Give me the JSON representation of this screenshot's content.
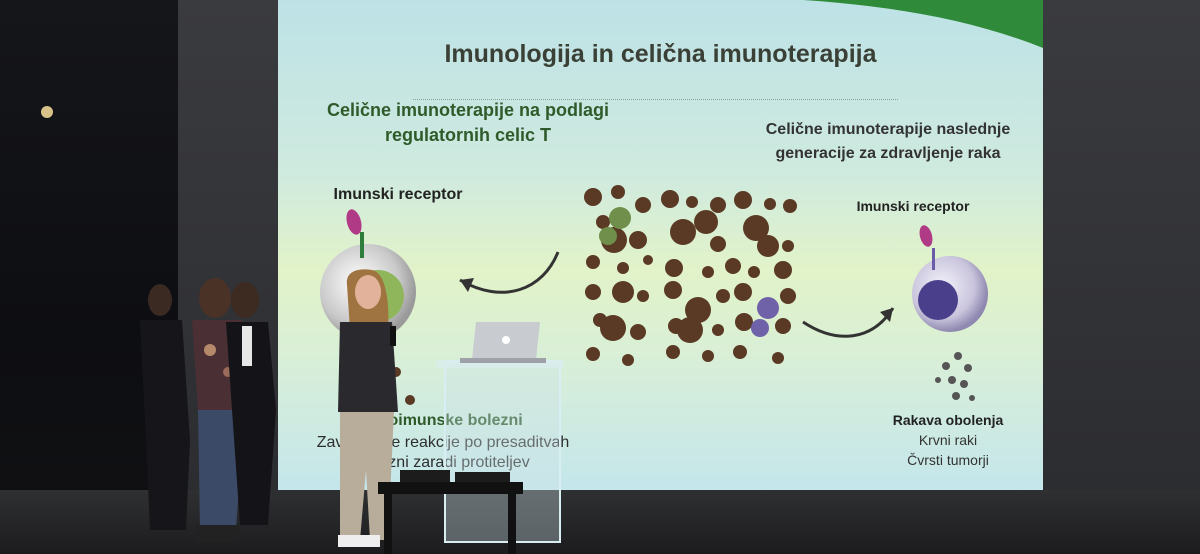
{
  "slide": {
    "title": "Imunologija in celična imunoterapija",
    "left_heading_line1": "Celične imunoterapije na podlagi",
    "left_heading_line2": "regulatornih celic T",
    "right_heading_line1": "Celične imunoterapije naslednje",
    "right_heading_line2": "generacije za zdravljenje raka",
    "left_receptor_label": "Imunski receptor",
    "right_receptor_label": "Imunski receptor",
    "left_bottom_title": "Avtoimunske bolezni",
    "left_bottom_line1": "Zavrnitvene reakcije po presaditvah",
    "left_bottom_line2": "Bolezni zaradi protiteljev",
    "right_bottom_title": "Rakava obolenja",
    "right_bottom_line1": "Krvni raki",
    "right_bottom_line2": "Čvrsti tumorji"
  },
  "colors": {
    "slide_green": "#2f5b2a",
    "cell_brown": "#5a3a24",
    "receptor_magenta": "#b03a86",
    "left_cell": "#8fb65a",
    "right_cell": "#6b5aa8"
  }
}
